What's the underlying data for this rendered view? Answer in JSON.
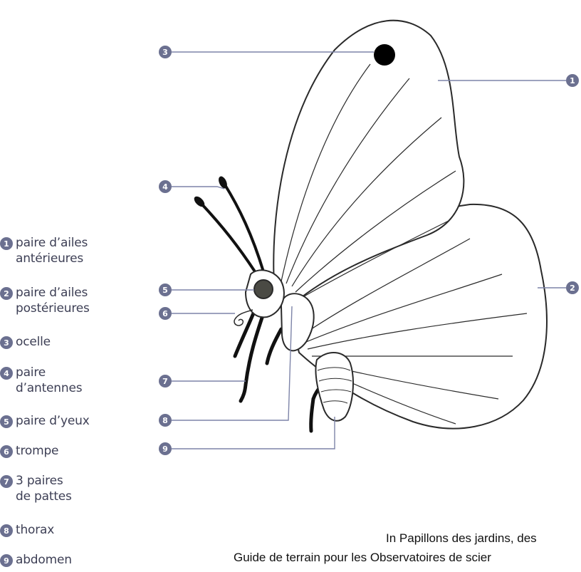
{
  "legend": [
    {
      "num": "1",
      "text": "paire d’ailes\nantérieures"
    },
    {
      "num": "2",
      "text": "paire d’ailes\npostérieures"
    },
    {
      "num": "3",
      "text": "ocelle"
    },
    {
      "num": "4",
      "text": "paire\nd’antennes"
    },
    {
      "num": "5",
      "text": "paire d’yeux"
    },
    {
      "num": "6",
      "text": "trompe"
    },
    {
      "num": "7",
      "text": "3 paires\nde pattes"
    },
    {
      "num": "8",
      "text": "thorax"
    },
    {
      "num": "9",
      "text": "abdomen"
    }
  ],
  "callouts": [
    "3",
    "1",
    "4",
    "5",
    "2",
    "6",
    "7",
    "8",
    "9"
  ],
  "credit": {
    "line1": "In Papillons des jardins, des",
    "line2": "Guide de terrain pour les Observatoires de scier"
  },
  "colors": {
    "badge": "#6b7090",
    "leader": "#7d84a8",
    "outline": "#2a2a2a",
    "text": "#3d3f55"
  }
}
